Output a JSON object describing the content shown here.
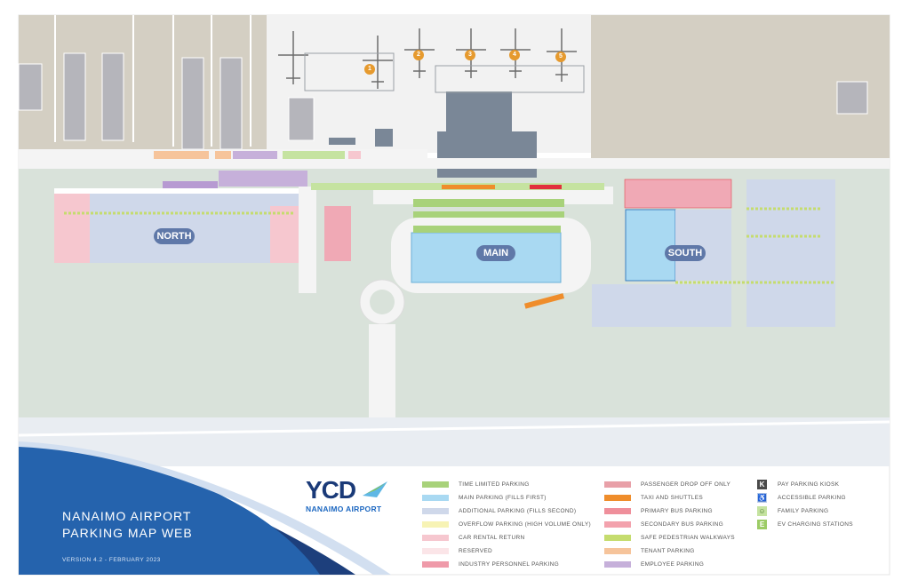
{
  "map": {
    "lots": {
      "north": "NORTH",
      "main": "MAIN",
      "south": "SOUTH"
    },
    "gates": [
      "1",
      "2",
      "3",
      "4",
      "5"
    ]
  },
  "title": {
    "line1": "NANAIMO AIRPORT",
    "line2": "PARKING MAP WEB",
    "version": "VERSION 4.2 - FEBRUARY 2023"
  },
  "logo": {
    "mark": "YCD",
    "subtitle": "NANAIMO AIRPORT"
  },
  "legend": {
    "col1": [
      {
        "label": "TIME LIMITED PARKING",
        "color": "#a8d27a"
      },
      {
        "label": "MAIN PARKING (FILLS FIRST)",
        "color": "#a9d9f2"
      },
      {
        "label": "ADDITIONAL PARKING (FILLS SECOND)",
        "color": "#cfd8ea"
      },
      {
        "label": "OVERFLOW PARKING (HIGH VOLUME ONLY)",
        "color": "#f7f3b5"
      },
      {
        "label": "CAR RENTAL RETURN",
        "color": "#f6c7cf"
      },
      {
        "label": "RESERVED",
        "color": "#fbe5e8"
      },
      {
        "label": "INDUSTRY PERSONNEL PARKING",
        "color": "#ef9aa9"
      }
    ],
    "col2": [
      {
        "label": "PASSENGER DROP OFF ONLY",
        "color": "#e8a0a8"
      },
      {
        "label": "TAXI AND SHUTTLES",
        "color": "#ef8d2b"
      },
      {
        "label": "PRIMARY BUS PARKING",
        "color": "#ef8f9b"
      },
      {
        "label": "SECONDARY BUS PARKING",
        "color": "#f3a2ad"
      },
      {
        "label": "SAFE PEDESTRIAN WALKWAYS",
        "color": "#c5dc6e"
      },
      {
        "label": "TENANT PARKING",
        "color": "#f6c49b"
      },
      {
        "label": "EMPLOYEE PARKING",
        "color": "#c6b0da"
      }
    ],
    "col3": [
      {
        "label": "PAY PARKING KIOSK",
        "glyph": "K",
        "bg": "#4a4a4a",
        "fg": "#ffffff"
      },
      {
        "label": "ACCESSIBLE  PARKING",
        "glyph": "♿",
        "bg": "#b8cae8",
        "fg": "#3c5a96"
      },
      {
        "label": "FAMILY PARKING",
        "glyph": "☺",
        "bg": "#c5e3a0",
        "fg": "#4a7a2e"
      },
      {
        "label": "EV CHARGING STATIONS",
        "glyph": "E",
        "bg": "#9ccc65",
        "fg": "#ffffff"
      }
    ]
  }
}
